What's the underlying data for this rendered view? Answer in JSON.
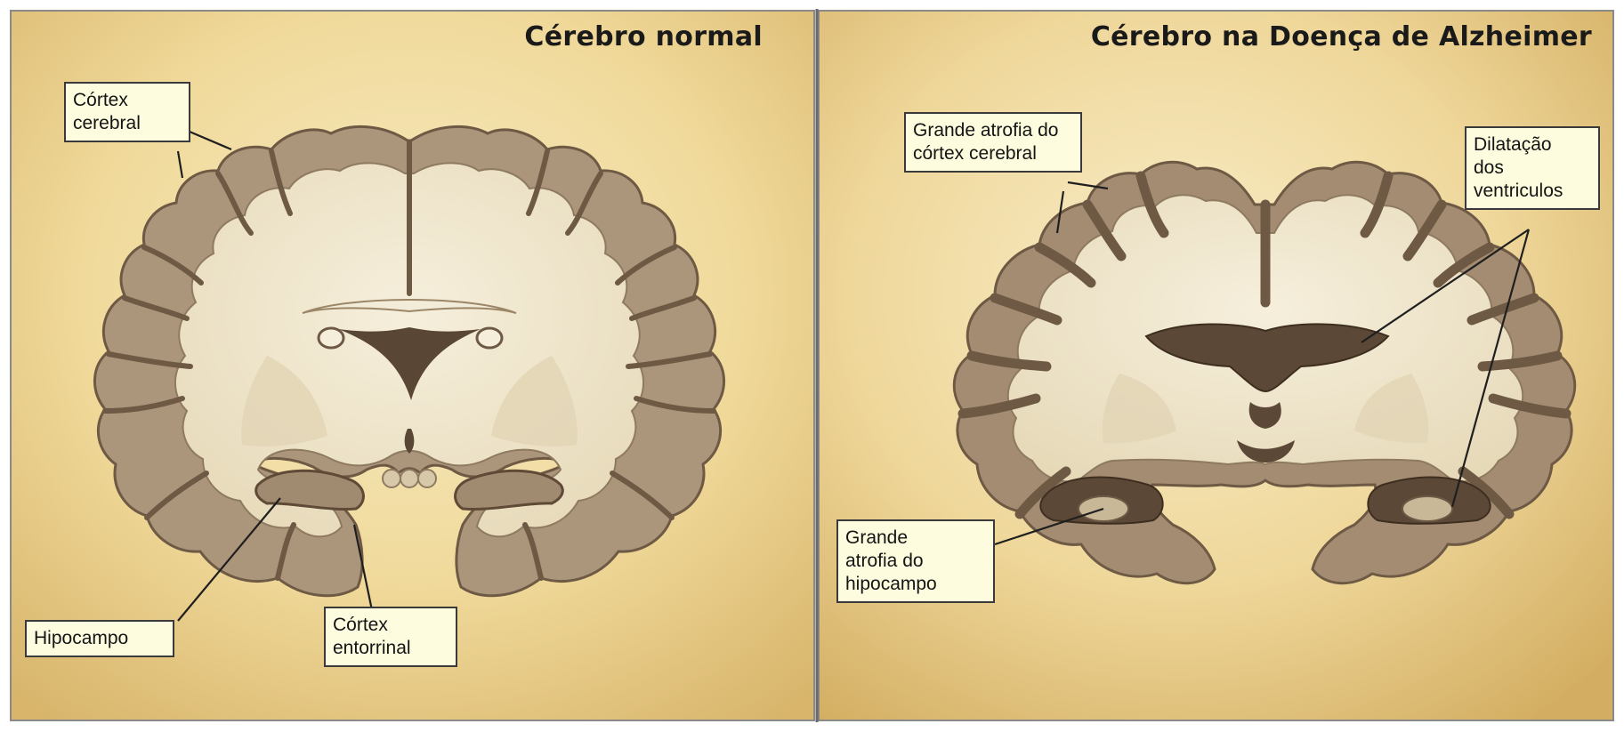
{
  "colors": {
    "background_light": "#f4e2a8",
    "background_dark": "#c9a45a",
    "cortex_gray": "#a8927a",
    "cortex_outline": "#6e5a44",
    "white_matter": "#efe6cf",
    "ventricle": "#5a4634",
    "label_fill": "#fdfcde",
    "label_border": "#3a3a3a",
    "panel_border": "#8a8a8a"
  },
  "panels": [
    {
      "title": "Cérebro normal",
      "labels": {
        "cortex": [
          "Córtex",
          "cerebral"
        ],
        "hippocampus": [
          "Hipocampo"
        ],
        "entorhinal": [
          "Córtex",
          "entorrinal"
        ]
      }
    },
    {
      "title": "Cérebro na Doença de Alzheimer",
      "labels": {
        "cortex_atrophy": [
          "Grande atrofia do",
          "córtex cerebral"
        ],
        "ventricles": [
          "Dilatação",
          "dos",
          "ventriculos"
        ],
        "hippocampus_atrophy": [
          "Grande",
          "atrofia do",
          "hipocampo"
        ]
      }
    }
  ]
}
